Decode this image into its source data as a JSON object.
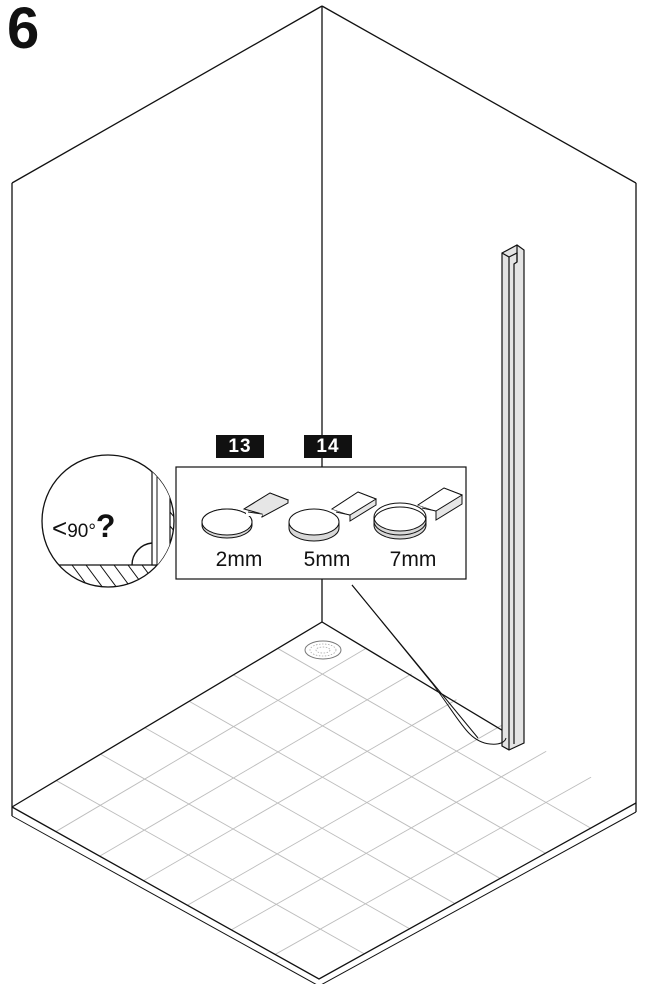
{
  "step": {
    "number": "6"
  },
  "parts": [
    {
      "id": "13"
    },
    {
      "id": "14"
    }
  ],
  "spacers": [
    {
      "thickness": "2mm"
    },
    {
      "thickness": "5mm"
    },
    {
      "thickness": "7mm"
    }
  ],
  "angle_check": {
    "symbol": "<",
    "value": "90°",
    "question": "?"
  },
  "icons": [
    "shower-corner",
    "wall-profile",
    "floor-drain",
    "angle-detail",
    "spacer-shim"
  ]
}
